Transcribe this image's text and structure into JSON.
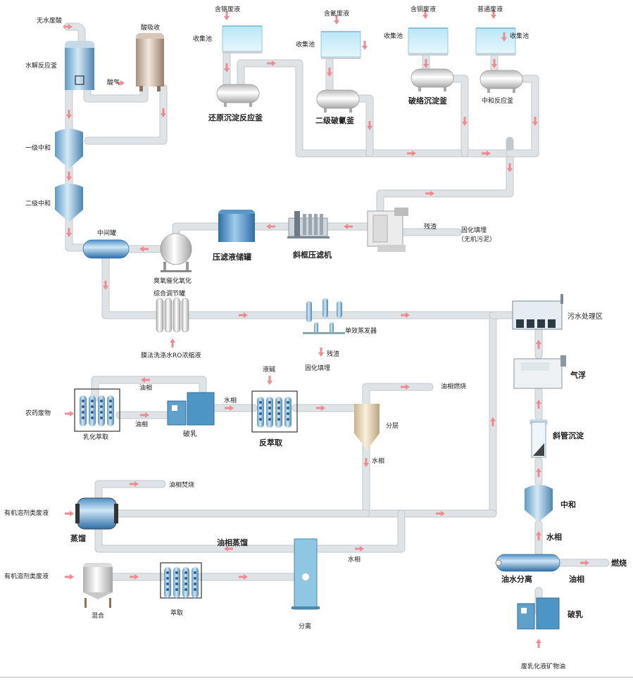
{
  "labels": {
    "wushui_feiye": "无水废酸",
    "shuijie": "水解反应釜",
    "xishouqi": "酸吸收",
    "suanqi": "酸气",
    "yiji": "一级中和",
    "erji": "二级中和",
    "zhongjian": "中间罐",
    "hange_feiye": "含铬废液",
    "hanqing_feiye": "含氰废液",
    "hantong_feiye": "含铜废液",
    "putong_feiye": "普通废液",
    "shoujichi_1": "收集池",
    "shoujichi_2": "收集池",
    "shoujichi_3": "收集池",
    "shoujichi_4": "收集池",
    "huanyuan": "还原沉淀反应釜",
    "erji_poqing": "二级破氰釜",
    "poluo": "破络沉淀釜",
    "zhonghe_fy": "中和反应釜",
    "chouyi": "臭氧催化氧化",
    "yalv_chuguan": "压滤液储罐",
    "xiekuang": "斜框压滤机",
    "canzha_1": "残渣",
    "guhua_1": "固化填埋",
    "guhua_1b": "（无机污泥）",
    "zonghe": "综合调节罐",
    "mofa": "膜法洗涤水RO浓缩液",
    "danxiao": "单效蒸发器",
    "canzha_2": "残渣",
    "guhua_2": "固化填埋",
    "wushui_qu": "污水处理区",
    "youxiang_1": "油相",
    "youxiang_2": "油相",
    "nongyao": "农药废物",
    "ruhua": "乳化萃取",
    "poru_1": "破乳",
    "shuixiang_1": "水相",
    "yejian": "液碱",
    "fancuiqu": "反萃取",
    "youxiang_ranshao": "油相燃烧",
    "fenceng": "分层",
    "shuixiang_2": "水相",
    "qifu": "气浮",
    "xieguan": "斜管沉淀",
    "youxiang_fenshao": "油相焚烧",
    "youji_1": "有机溶剂类废液",
    "zhengliu": "蒸馏",
    "youxiang_zhengliu": "油相蒸馏",
    "shuixiang_3": "水相",
    "zhonghe_r": "中和",
    "shuixiang_r": "水相",
    "youji_2": "有机溶剂类废液",
    "hunhe": "混合",
    "cuiqu": "萃取",
    "fenli": "分离",
    "youshui": "油水分离",
    "youxiang_r": "油相",
    "ranshao": "燃烧",
    "poru_2": "破乳",
    "feiruhua": "废乳化液矿物油"
  },
  "colors": {
    "pipe": "#dfe3e6",
    "arrow": "#ee8a94",
    "tank_blue": "#9cc3dd",
    "tank_dark": "#3f7fb5",
    "water": "#c9ecf8",
    "vessel_grey": "#d9d9d9",
    "equip_blue": "#4d95c4"
  }
}
